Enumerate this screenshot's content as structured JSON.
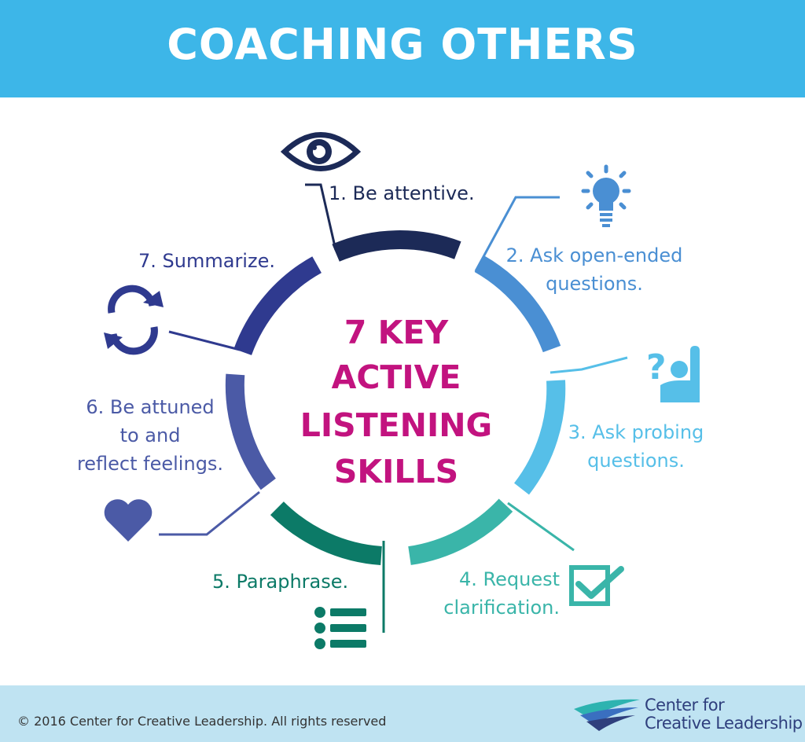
{
  "header": {
    "title": "COACHING OTHERS"
  },
  "center": {
    "lines": [
      "7 KEY",
      "ACTIVE",
      "LISTENING",
      "SKILLS"
    ]
  },
  "skills": [
    {
      "lines": [
        "1. Be attentive."
      ],
      "color": "#1c2a57",
      "icon": "eye-icon"
    },
    {
      "lines": [
        "2. Ask open-ended",
        "questions."
      ],
      "color": "#4a8fd3",
      "icon": "lightbulb-icon"
    },
    {
      "lines": [
        "3. Ask probing",
        "questions."
      ],
      "color": "#56bfe8",
      "icon": "question-hand-icon"
    },
    {
      "lines": [
        "4. Request",
        "clarification."
      ],
      "color": "#3ab5a9",
      "icon": "checkbox-icon"
    },
    {
      "lines": [
        "5. Paraphrase."
      ],
      "color": "#0c7a67",
      "icon": "list-icon"
    },
    {
      "lines": [
        "6. Be attuned",
        "to and",
        "reflect feelings."
      ],
      "color": "#4b5aa6",
      "icon": "heart-icon"
    },
    {
      "lines": [
        "7. Summarize."
      ],
      "color": "#2f3a8f",
      "icon": "refresh-icon"
    }
  ],
  "colors": {
    "header": "#3db6e8",
    "center_text": "#c2137f",
    "footer": "#bfe3f2"
  },
  "footer": {
    "copyright": "© 2016 Center for Creative Leadership. All rights reserved",
    "logo_lines": [
      "Center for",
      "Creative Leadership"
    ],
    "logo_icon": "ccl-logo-icon"
  }
}
